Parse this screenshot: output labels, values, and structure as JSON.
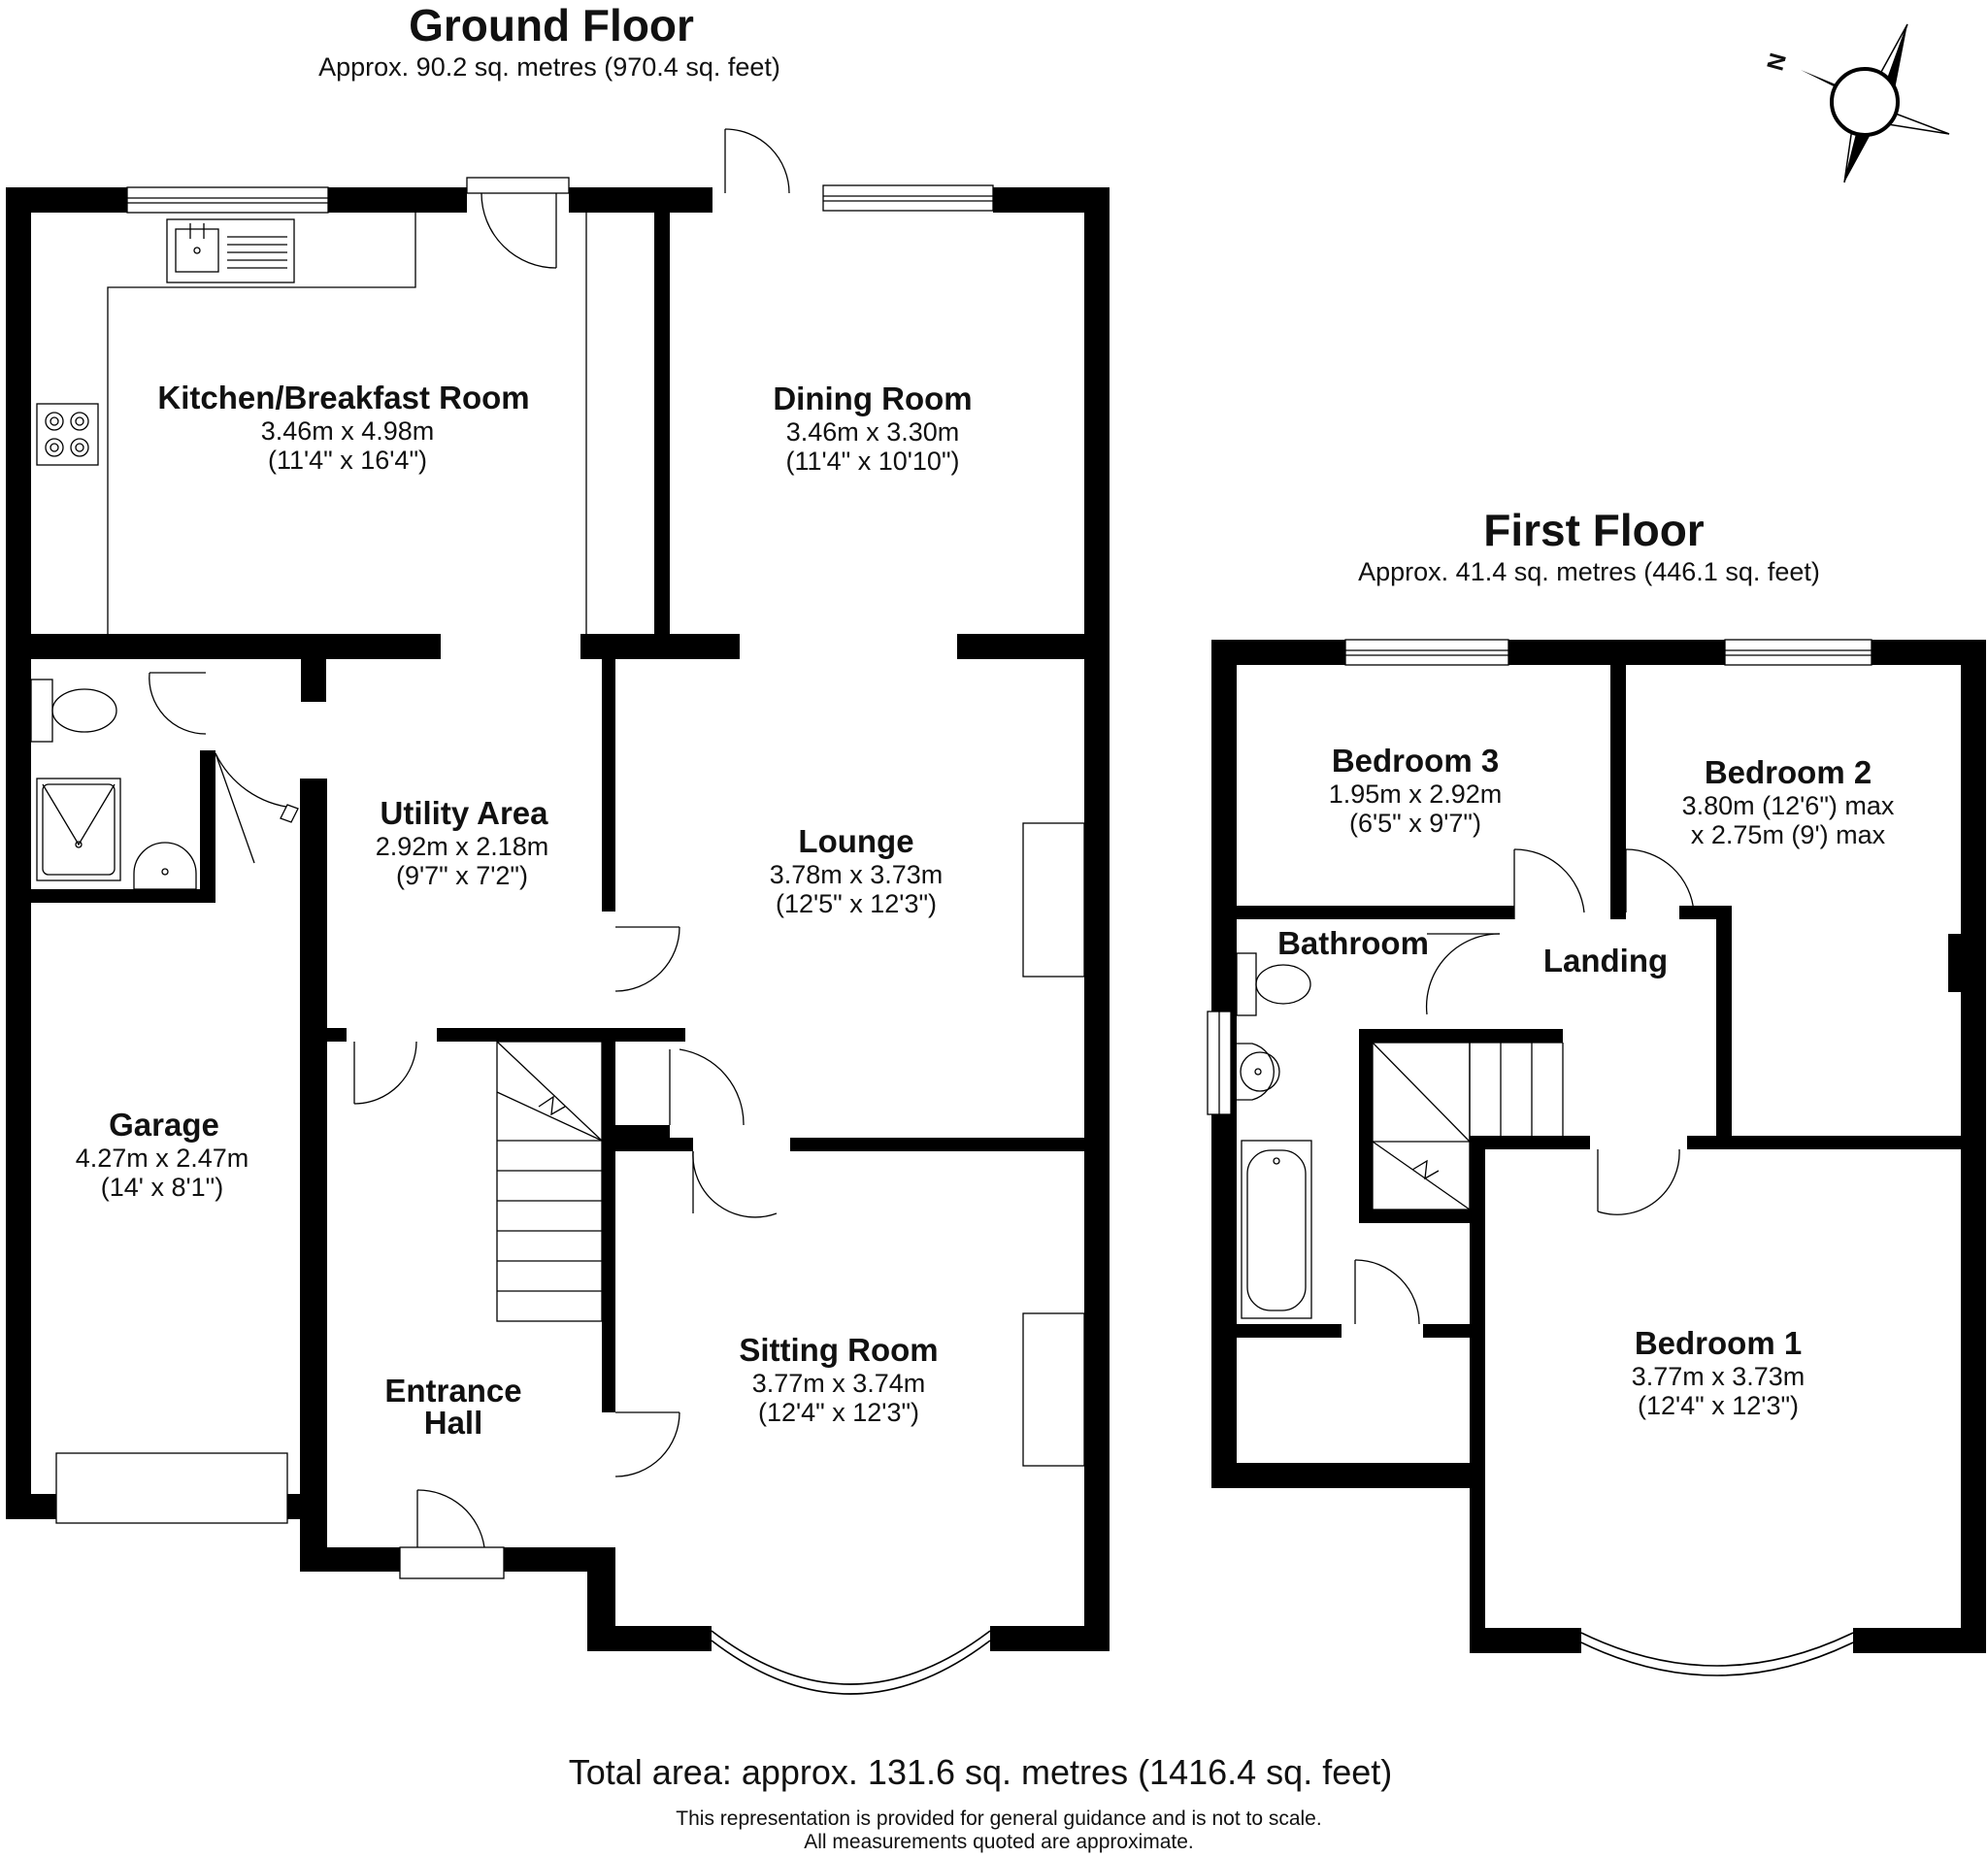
{
  "ground_floor": {
    "title": "Ground Floor",
    "area": "Approx. 90.2 sq. metres (970.4 sq. feet)",
    "rooms": [
      {
        "name": "Kitchen/Breakfast Room",
        "dims": [
          "3.46m x 4.98m",
          "(11'4\" x 16'4\")"
        ]
      },
      {
        "name": "Dining Room",
        "dims": [
          "3.46m x 3.30m",
          "(11'4\" x 10'10\")"
        ]
      },
      {
        "name": "Utility Area",
        "dims": [
          "2.92m x 2.18m",
          "(9'7\" x 7'2\")"
        ]
      },
      {
        "name": "Lounge",
        "dims": [
          "3.78m x 3.73m",
          "(12'5\" x 12'3\")"
        ]
      },
      {
        "name": "Garage",
        "dims": [
          "4.27m x 2.47m",
          "(14' x 8'1\")"
        ]
      },
      {
        "name": "Entrance",
        "name2": "Hall",
        "dims": []
      },
      {
        "name": "Sitting Room",
        "dims": [
          "3.77m x 3.74m",
          "(12'4\" x 12'3\")"
        ]
      }
    ]
  },
  "first_floor": {
    "title": "First Floor",
    "area": "Approx. 41.4 sq. metres (446.1 sq. feet)",
    "rooms": [
      {
        "name": "Bedroom 3",
        "dims": [
          "1.95m x 2.92m",
          "(6'5\" x 9'7\")"
        ]
      },
      {
        "name": "Bedroom 2",
        "dims": [
          "3.80m (12'6\") max",
          "x 2.75m (9') max"
        ]
      },
      {
        "name": "Bathroom",
        "dims": []
      },
      {
        "name": "Landing",
        "dims": []
      },
      {
        "name": "Bedroom 1",
        "dims": [
          "3.77m x 3.73m",
          "(12'4\" x 12'3\")"
        ]
      }
    ]
  },
  "compass": {
    "label": "N",
    "icon": "compass-rose-icon"
  },
  "footer": {
    "total": "Total area: approx. 131.6 sq. metres (1416.4 sq. feet)",
    "note1": "This representation is provided for general guidance and is not to scale.",
    "note2": "All measurements quoted are approximate."
  }
}
